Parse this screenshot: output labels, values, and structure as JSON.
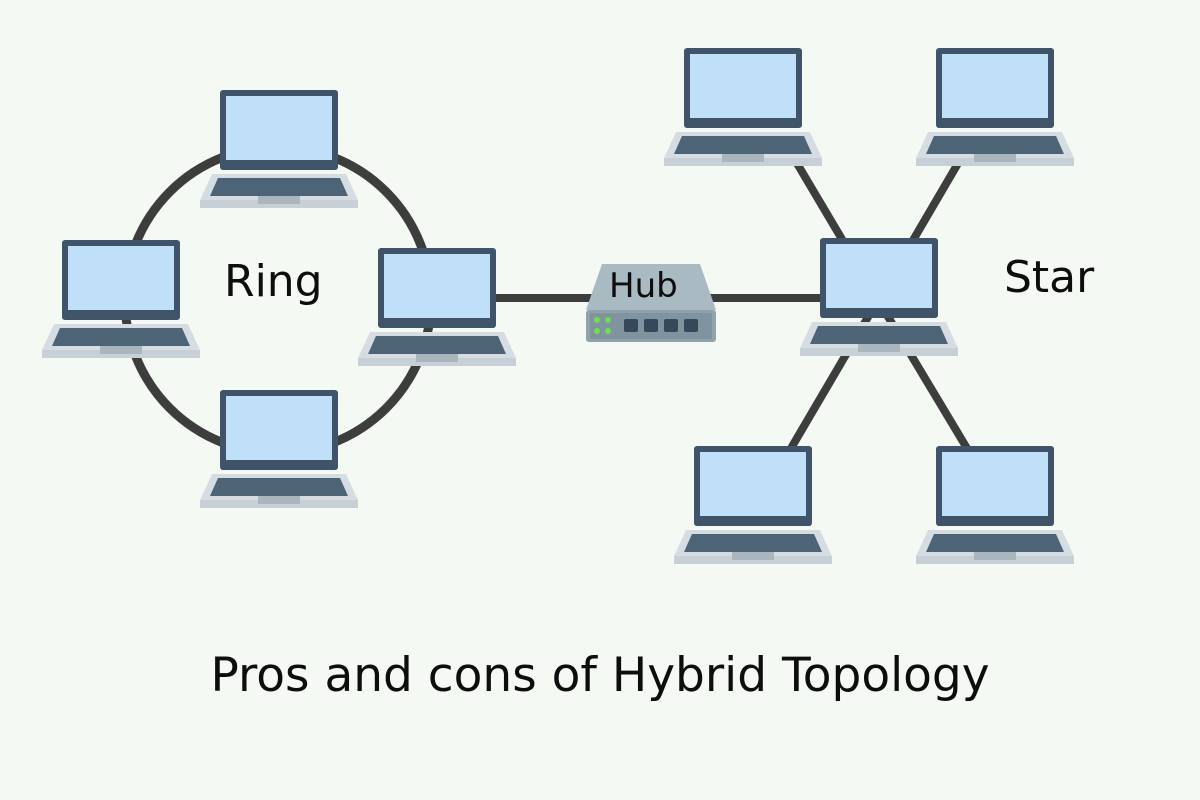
{
  "labels": {
    "ring": "Ring",
    "star": "Star",
    "hub": "Hub"
  },
  "title": "Pros and cons of Hybrid Topology",
  "colors": {
    "background": "#f5f9f4",
    "cable": "#3d3d3d",
    "screen": "#bfe0f8",
    "bezel": "#3f5468",
    "keyboard": "#4c6475",
    "base": "#d6dde2",
    "hub_body": "#8fa3ad",
    "hub_led": "#6fe04a"
  }
}
